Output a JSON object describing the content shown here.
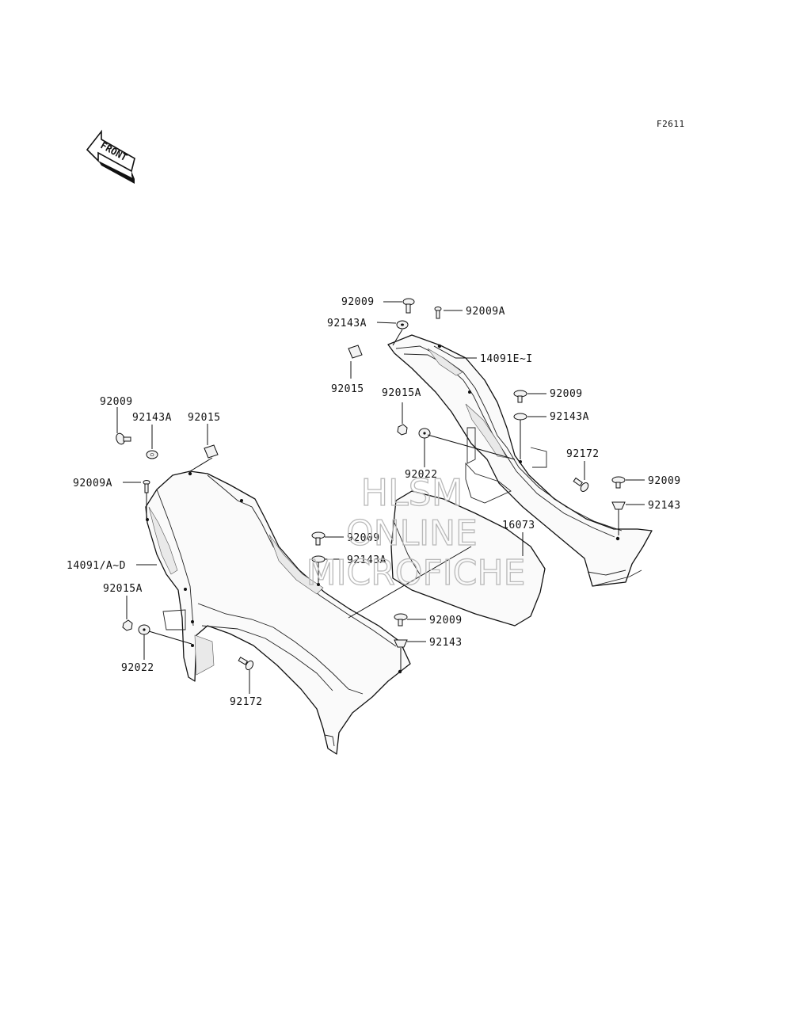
{
  "figure_code": "F2611",
  "front_arrow_text": "FRONT",
  "watermark": {
    "line1": "HLSM",
    "line2": "ONLINE",
    "line3": "MICROFICHE"
  },
  "labels": {
    "r_92009_top": "92009",
    "r_92009a_top": "92009A",
    "r_92143a_top": "92143A",
    "r_14091ei": "14091E~I",
    "r_92015": "92015",
    "r_92015a": "92015A",
    "r_92009_mid": "92009",
    "r_92143a_mid": "92143A",
    "r_92022": "92022",
    "r_92172": "92172",
    "r_92009_right": "92009",
    "r_92143_right": "92143",
    "r_16073": "16073",
    "l_92009": "92009",
    "l_92143a": "92143A",
    "l_92015": "92015",
    "l_92009a": "92009A",
    "l_14091ad": "14091/A~D",
    "l_92015a": "92015A",
    "l_92022": "92022",
    "l_92172": "92172",
    "c_92009_a": "92009",
    "c_92143a": "92143A",
    "c_92009_b": "92009",
    "c_92143": "92143"
  },
  "icons": {
    "front_arrow": "front-direction-arrow-icon",
    "bolt": "bolt-icon",
    "washer": "washer-icon",
    "nut": "nut-icon",
    "clip": "clip-nut-icon",
    "grommet": "grommet-icon"
  },
  "colors": {
    "line": "#111111",
    "background": "#ffffff",
    "watermark": "#b9b9b9"
  }
}
